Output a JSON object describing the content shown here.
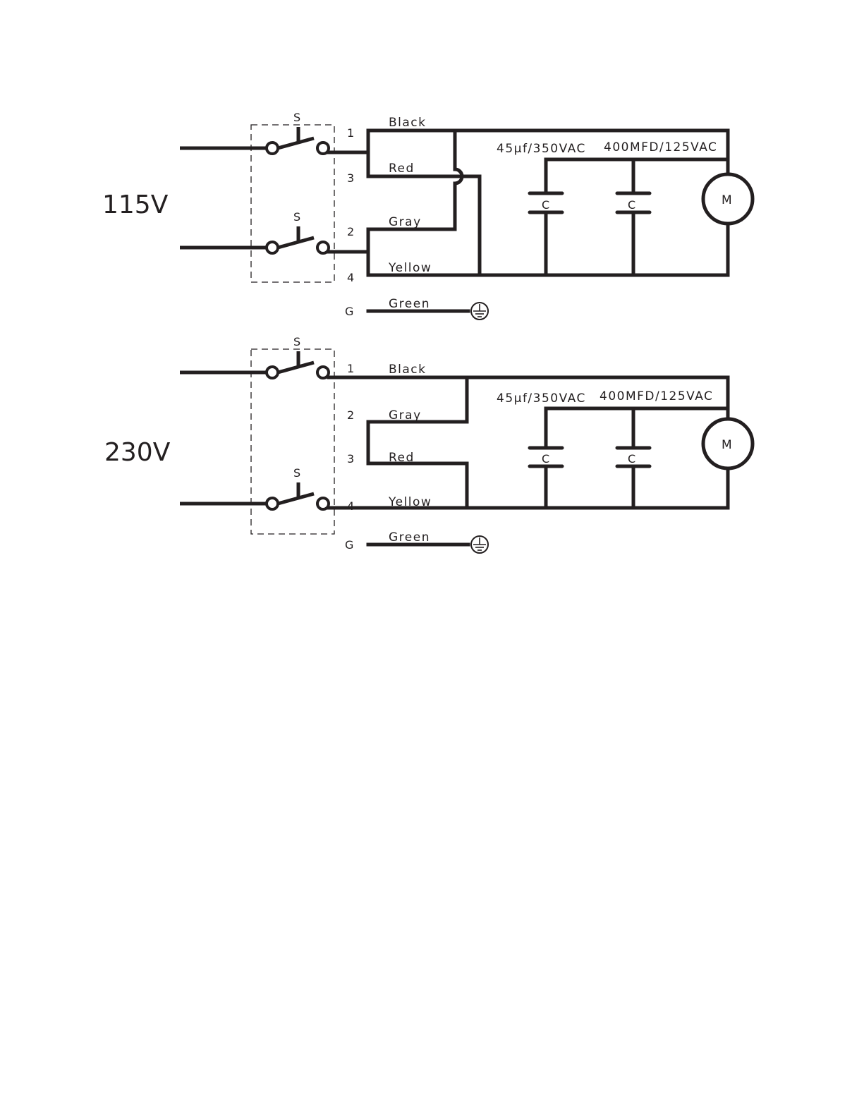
{
  "diagram_115": {
    "voltage": "115V",
    "switch_top": "S",
    "switch_bottom": "S",
    "terminals": [
      "1",
      "3",
      "2",
      "4",
      "G"
    ],
    "wires": [
      "Black",
      "Red",
      "Gray",
      "Yellow",
      "Green"
    ],
    "cap1_rating": "45µf/350VAC",
    "cap2_rating": "400MFD/125VAC",
    "cap_label": "C",
    "motor": "M"
  },
  "diagram_230": {
    "voltage": "230V",
    "switch_top": "S",
    "switch_bottom": "S",
    "terminals": [
      "1",
      "2",
      "3",
      "4",
      "G"
    ],
    "wires": [
      "Black",
      "Gray",
      "Red",
      "Yellow",
      "Green"
    ],
    "cap1_rating": "45µf/350VAC",
    "cap2_rating": "400MFD/125VAC",
    "cap_label": "C",
    "motor": "M"
  }
}
